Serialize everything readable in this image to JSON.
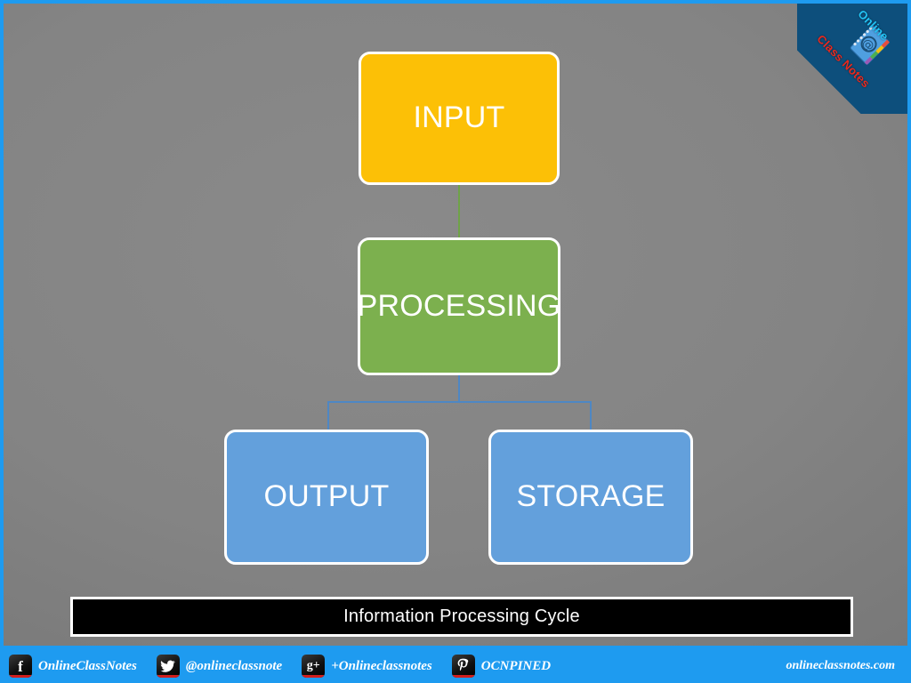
{
  "slide": {
    "background_color": "#808080",
    "border_color": "#1E9BF0"
  },
  "badge": {
    "word_top": "Online",
    "word_bottom": "Class Notes",
    "icon": "notebook-icon",
    "triangle_color": "#0d4f7c",
    "online_color": "#22c3f5",
    "class_notes_color": "#e8291f"
  },
  "diagram": {
    "type": "flowchart",
    "nodes": [
      {
        "id": "input",
        "label": "INPUT",
        "color": "#FCC006",
        "border": "#FFFFFF"
      },
      {
        "id": "processing",
        "label": "PROCESSING",
        "color": "#7CB04E",
        "border": "#FFFFFF"
      },
      {
        "id": "output",
        "label": "OUTPUT",
        "color": "#63A0DC",
        "border": "#FFFFFF"
      },
      {
        "id": "storage",
        "label": "STORAGE",
        "color": "#63A0DC",
        "border": "#FFFFFF"
      }
    ],
    "edges": [
      {
        "from": "input",
        "to": "processing",
        "color": "#6fa348"
      },
      {
        "from": "processing",
        "to": "output",
        "color": "#4E87C4"
      },
      {
        "from": "processing",
        "to": "storage",
        "color": "#4E87C4"
      }
    ]
  },
  "caption": {
    "text": "Information Processing Cycle",
    "background": "#000000",
    "border": "#FFFFFF"
  },
  "footer": {
    "background": "#1E9BF0",
    "social": [
      {
        "icon": "facebook-icon",
        "glyph": "f",
        "label": "OnlineClassNotes"
      },
      {
        "icon": "twitter-icon",
        "glyph": "ᴠ",
        "label": "@onlineclassnote"
      },
      {
        "icon": "googleplus-icon",
        "glyph": "g+",
        "label": "+Onlineclassnotes"
      },
      {
        "icon": "pinterest-icon",
        "glyph": "P",
        "label": "OCNPINED"
      }
    ],
    "site_url": "onlineclassnotes.com"
  }
}
